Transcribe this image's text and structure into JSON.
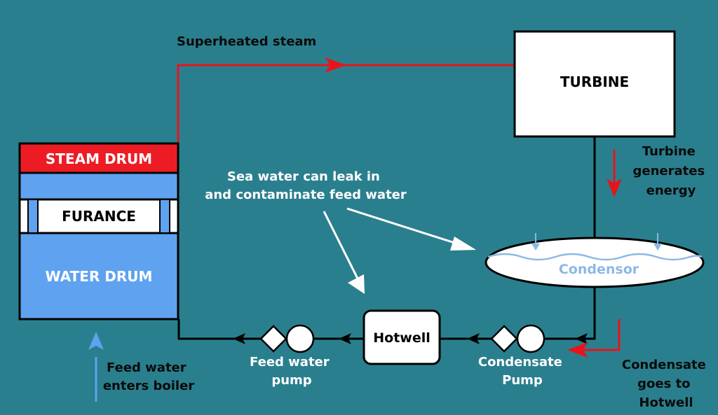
{
  "colors": {
    "background": "#2a7f8e",
    "steam_line": "#e8141c",
    "pipe": "#000000",
    "steam_drum": "#ed1c24",
    "water_drum": "#5fa2ef",
    "condensor_label": "#8cb8e6",
    "note_text": "#ffffff",
    "annotation_text": "#0a0a0a"
  },
  "boiler": {
    "steam_drum_label": "STEAM DRUM",
    "furnace_label": "FURANCE",
    "water_drum_label": "WATER DRUM"
  },
  "turbine": {
    "label": "TURBINE"
  },
  "condensor": {
    "label": "Condensor"
  },
  "hotwell": {
    "label": "Hotwell"
  },
  "labels": {
    "superheated_steam": "Superheated steam",
    "turbine_generates_line1": "Turbine",
    "turbine_generates_line2": "generates",
    "turbine_generates_line3": "energy",
    "sea_water_line1": "Sea water can leak in",
    "sea_water_line2": "and contaminate feed water",
    "feed_water_enters_line1": "Feed water",
    "feed_water_enters_line2": "enters boiler",
    "feed_pump_line1": "Feed water",
    "feed_pump_line2": "pump",
    "condensate_pump_line1": "Condensate",
    "condensate_pump_line2": "Pump",
    "condensate_goes_line1": "Condensate",
    "condensate_goes_line2": "goes to",
    "condensate_goes_line3": "Hotwell"
  }
}
